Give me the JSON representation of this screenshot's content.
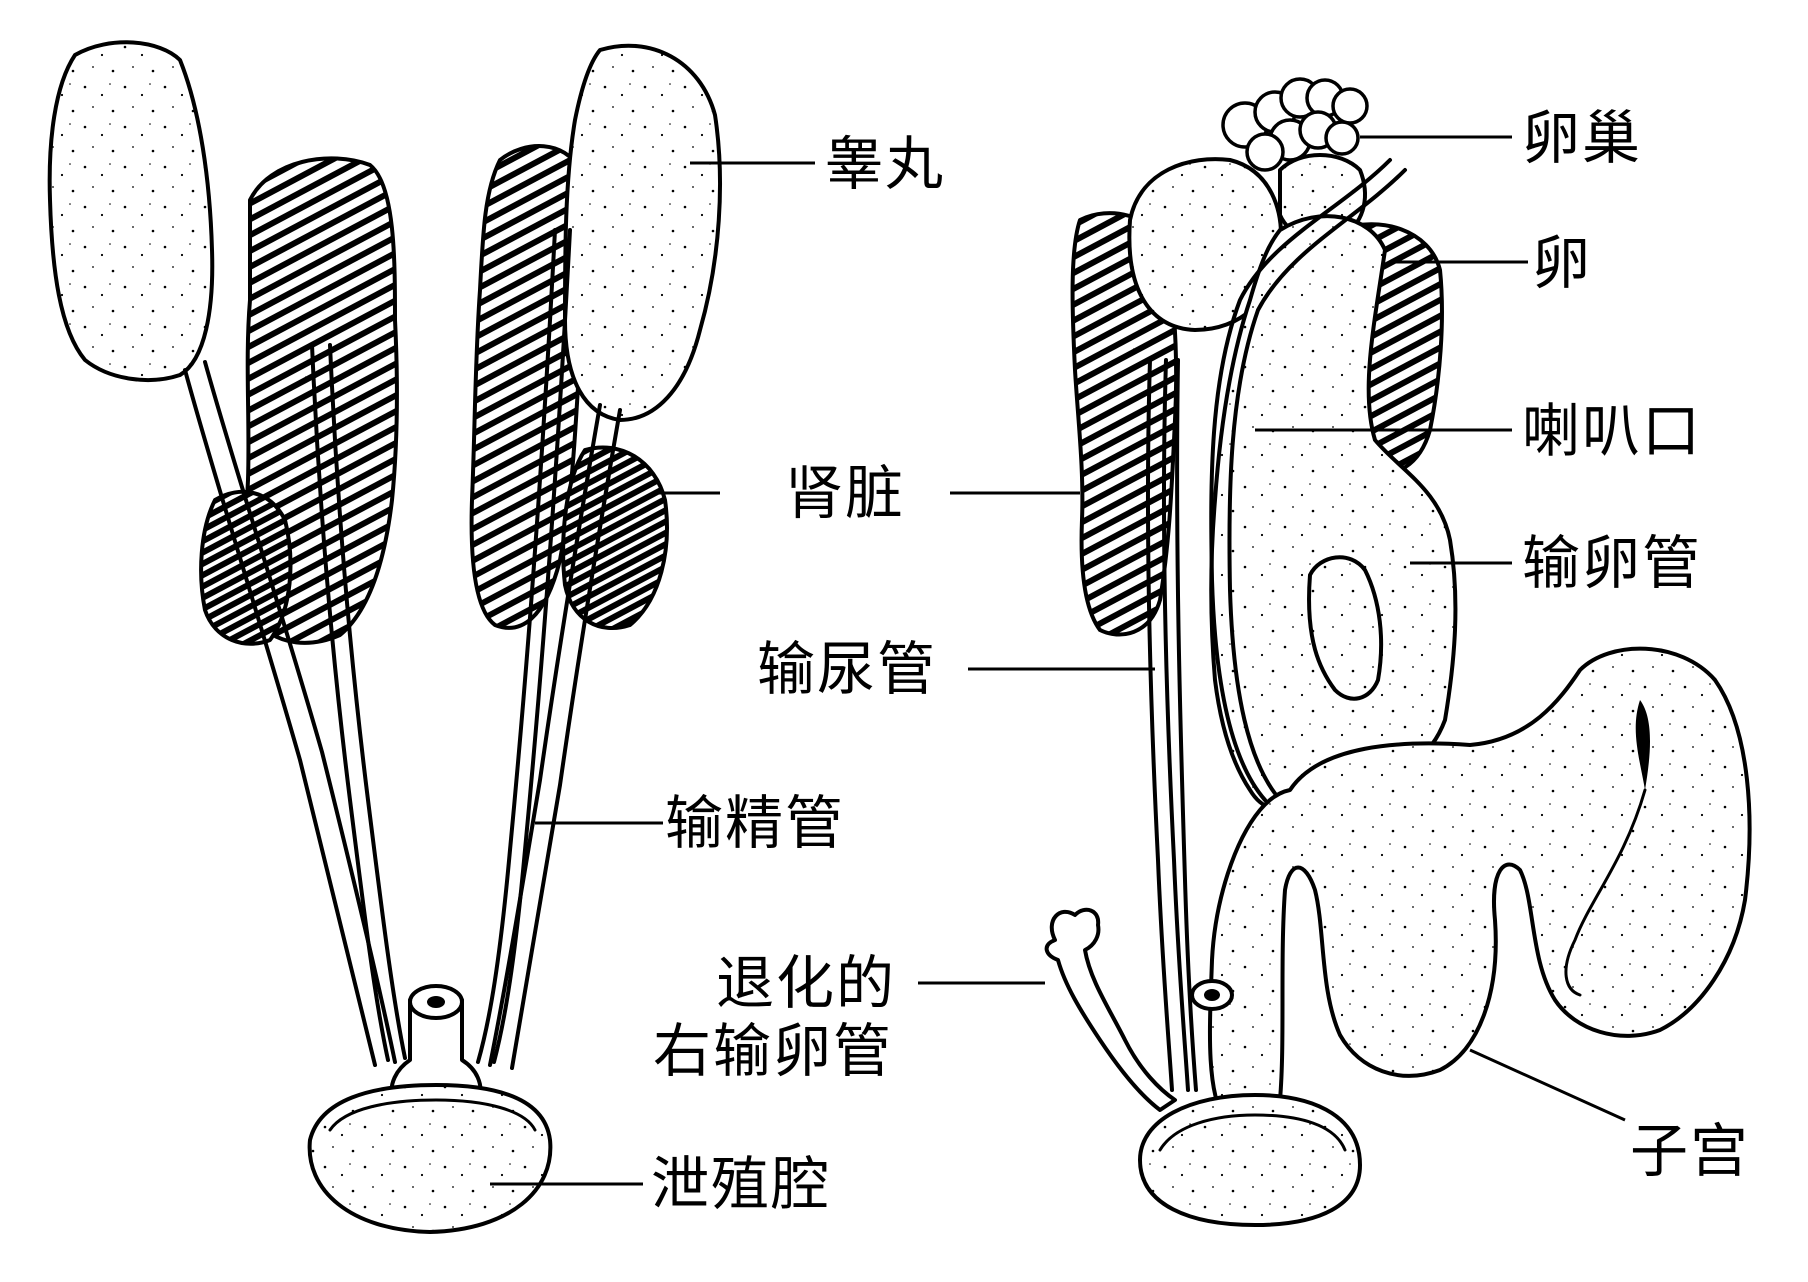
{
  "labels": {
    "testis": "睾丸",
    "kidney": "肾脏",
    "ureter": "输尿管",
    "vas_deferens": "输精管",
    "vestigial_line1": "退化的",
    "vestigial_line2": "右输卵管",
    "cloaca": "泄殖腔",
    "ovary": "卵巢",
    "egg": "卵",
    "infundibulum": "喇叭口",
    "oviduct": "输卵管",
    "uterus": "子宫"
  },
  "colors": {
    "ink": "#000000",
    "paper": "#ffffff"
  }
}
